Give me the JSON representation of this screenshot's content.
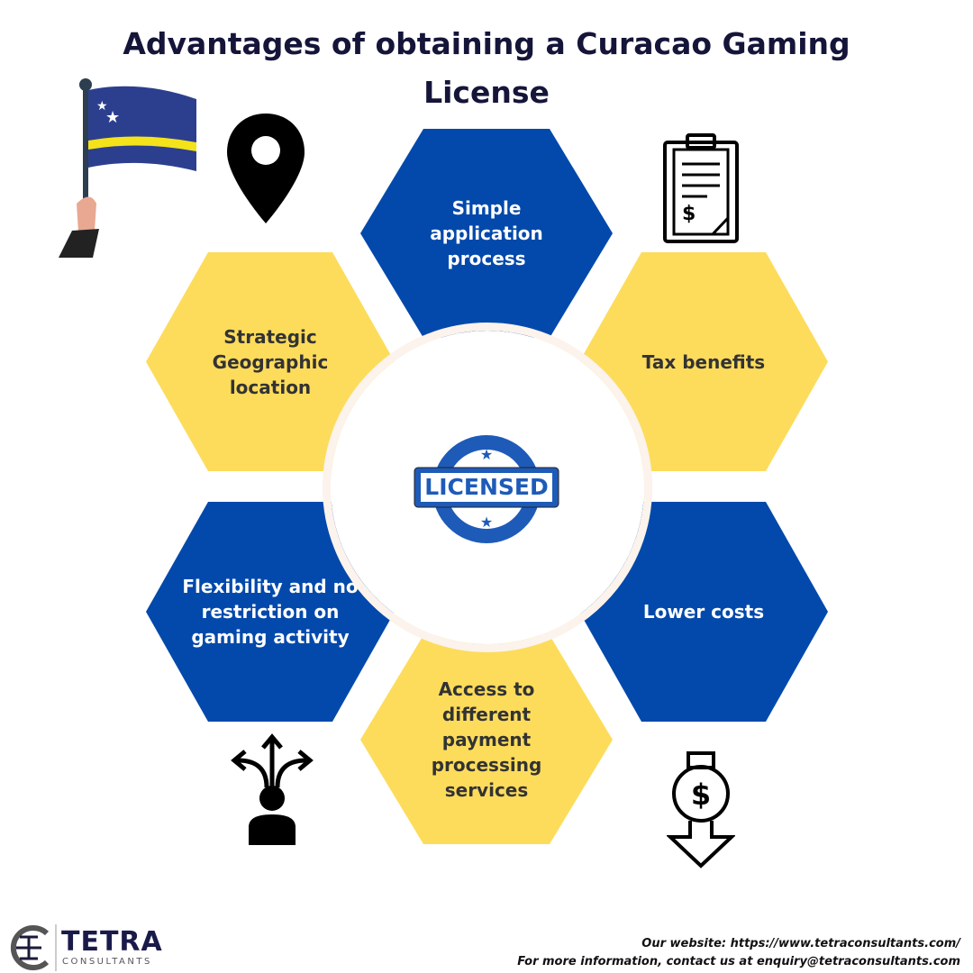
{
  "title": "Advantages of obtaining a Curacao Gaming License",
  "hexagons": {
    "top": "Simple application process",
    "upper_left": "Strategic Geographic location",
    "upper_right": "Tax benefits",
    "lower_left": "Flexibility and no restriction on gaming activity",
    "lower_right": "Lower costs",
    "bottom": "Access to different payment processing services"
  },
  "badge": "LICENSED",
  "logo": {
    "name": "TETRA",
    "sub": "CONSULTANTS"
  },
  "footer": {
    "website": "Our website: https://www.tetraconsultants.com/",
    "contact": "For more information, contact us at enquiry@tetraconsultants.com"
  },
  "colors": {
    "blue": "#0249ab",
    "yellow": "#fddc5c",
    "title": "#15153a"
  }
}
